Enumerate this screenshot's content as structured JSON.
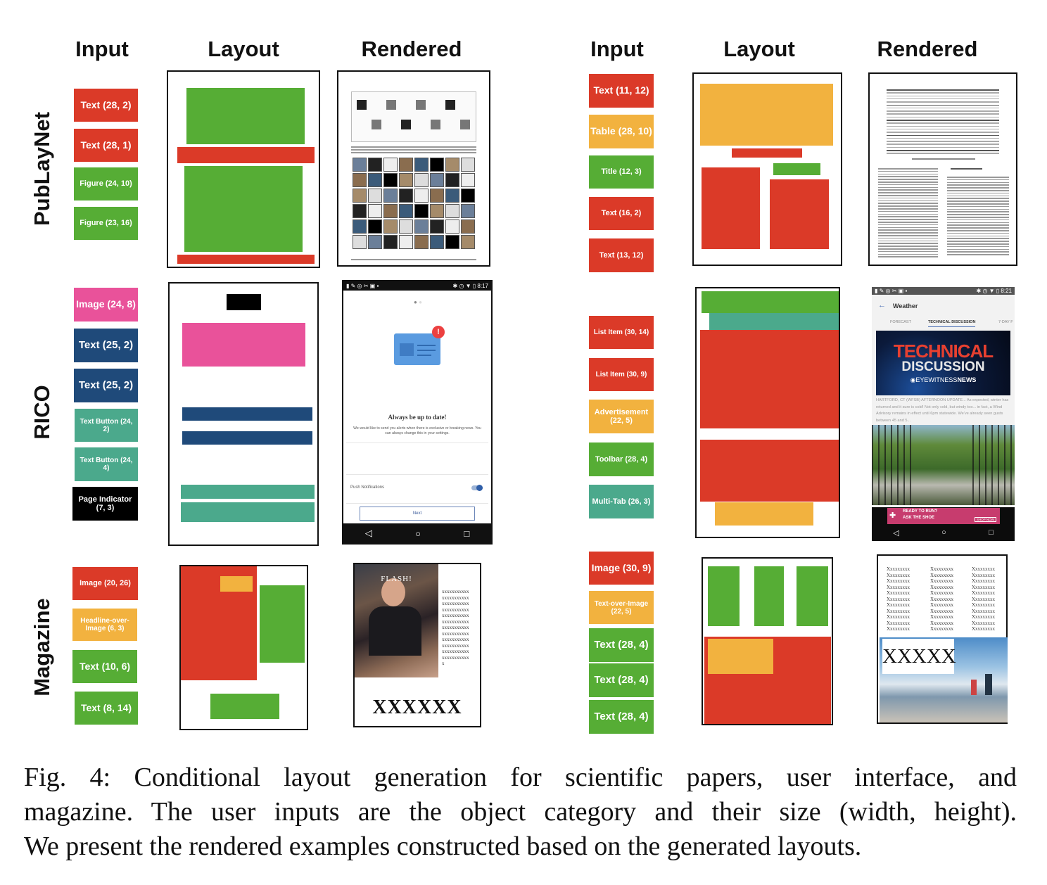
{
  "headers": {
    "left": [
      "Input",
      "Layout",
      "Rendered"
    ],
    "right": [
      "Input",
      "Layout",
      "Rendered"
    ]
  },
  "row_labels": [
    "PubLayNet",
    "RICO",
    "Magazine"
  ],
  "colors": {
    "red": "#db3a28",
    "green": "#56ad35",
    "orange": "#f2b23f",
    "pink": "#e9529a",
    "navy": "#1f4a7a",
    "teal": "#4ba98c",
    "black": "#000000"
  },
  "left": {
    "publaynet_inputs": [
      "Text (28, 2)",
      "Text (28, 1)",
      "Figure (24, 10)",
      "Figure (23, 16)"
    ],
    "rico_inputs": [
      "Image (24, 8)",
      "Text (25, 2)",
      "Text (25, 2)",
      "Text Button (24, 2)",
      "Text Button (24, 4)",
      "Page Indicator (7, 3)"
    ],
    "magazine_inputs": [
      "Image (20, 26)",
      "Headline-over-Image (6, 3)",
      "Text (10, 6)",
      "Text (8, 14)"
    ],
    "rico_rendered": {
      "time": "8:17",
      "heading": "Always be up to date!",
      "body": "We would like to send you alerts when there is exclusive or breaking news. You can always change this in your settings.",
      "push_label": "Push Notifications",
      "push_on": true,
      "next_button": "Next"
    },
    "magazine_rendered": {
      "masthead": "FLASH!",
      "column_line": "xxxxxxxxxxx",
      "column_tail": "x",
      "headline": "XXXXXX"
    }
  },
  "right": {
    "publaynet_inputs": [
      "Text (11, 12)",
      "Table (28, 10)",
      "Title (12, 3)",
      "Text (16, 2)",
      "Text (13, 12)"
    ],
    "rico_inputs": [
      "List Item (30, 14)",
      "List Item (30, 9)",
      "Advertisement (22, 5)",
      "Toolbar (28, 4)",
      "Multi-Tab (26, 3)"
    ],
    "magazine_inputs": [
      "Image (30, 9)",
      "Text-over-Image (22, 5)",
      "Text (28, 4)",
      "Text (28, 4)",
      "Text (28, 4)"
    ],
    "rico_rendered": {
      "time": "8:21",
      "title": "Weather",
      "tabs": [
        "FORECAST",
        "TECHNICAL DISCUSSION",
        "7-DAY F"
      ],
      "banner_line1": "TECHNICAL",
      "banner_line2": "DISCUSSION",
      "banner_brand_a": "EYEWITNESS",
      "banner_brand_b": "NEWS",
      "article": "HARTFORD, CT (WFSB) AFTERNOON UPDATE... As expected, winter has returned and it sure is cold! Not only cold, but windy too... in fact, a Wind Advisory remains in effect until 6pm statewide. We've already seen gusts between 45 and 5...",
      "ad_line1": "READY TO RUN?",
      "ad_line2": "ASK THE SHOE",
      "ad_button": "SHOP NOW"
    },
    "magazine_rendered": {
      "column_line": "Xxxxxxxxx",
      "headline": "XXXXX"
    }
  },
  "caption": [
    "Fig. 4: Conditional layout generation for scientific papers, user interface, and",
    "magazine. The user inputs are the object category and their size (width, height).",
    "We present the rendered examples constructed based on the generated layouts."
  ]
}
